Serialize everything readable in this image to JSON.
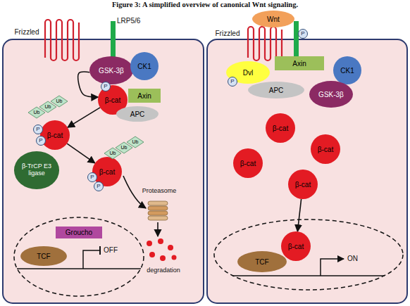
{
  "diagram": {
    "title": "Figure 3: A simplified overview of canonical Wnt signaling.",
    "nodes": [
      {
        "text": [
          "GSK-3β"
        ]
      },
      {
        "text": [
          "CK1"
        ]
      },
      {
        "text": [
          "β-cat"
        ]
      },
      {
        "text": [
          "P"
        ]
      },
      {
        "text": [
          "Axin"
        ]
      },
      {
        "text": [
          "APC"
        ]
      },
      {
        "text": [
          "β-cat"
        ]
      },
      {
        "text": [
          "Ub"
        ]
      },
      {
        "text": [
          "Ub"
        ]
      },
      {
        "text": [
          "Ub"
        ]
      },
      {
        "text": [
          "P"
        ]
      },
      {
        "text": [
          "P"
        ]
      },
      {
        "text": [
          "β-TrCP E3 ligase"
        ]
      },
      {
        "text": [
          "β-cat"
        ]
      },
      {
        "text": [
          "Ub"
        ]
      },
      {
        "text": [
          "Ub"
        ]
      },
      {
        "text": [
          "Ub"
        ]
      },
      {
        "text": [
          "P"
        ]
      },
      {
        "text": [
          "P"
        ]
      },
      {
        "text": [
          "Groucho"
        ]
      },
      {
        "text": [
          "TCF"
        ]
      },
      {
        "text": [
          "Wnt"
        ]
      },
      {
        "text": [
          "P"
        ]
      },
      {
        "text": [
          "Dvl"
        ]
      },
      {
        "text": [
          "P"
        ]
      },
      {
        "text": [
          "Axin"
        ]
      },
      {
        "text": [
          "CK1"
        ]
      },
      {
        "text": [
          "APC"
        ]
      },
      {
        "text": [
          "GSK-3β"
        ]
      },
      {
        "text": [
          "β-cat"
        ]
      },
      {
        "text": [
          "β-cat"
        ]
      },
      {
        "text": [
          "β-cat"
        ]
      },
      {
        "text": [
          "β-cat"
        ]
      },
      {
        "text": [
          "TCF"
        ]
      },
      {
        "text": [
          "β-cat"
        ]
      }
    ],
    "edges": [
      {
        "from": 0,
        "to": 2,
        "arrow": "to"
      },
      {
        "from": 2,
        "to": 6,
        "arrow": "to"
      },
      {
        "from": 6,
        "to": 13,
        "arrow": "to"
      },
      {
        "from": 32,
        "to": 34,
        "arrow": "to"
      }
    ],
    "labels": [
      "Frizzled",
      "LRP5/6",
      "Proteasome",
      "degradation",
      "OFF",
      "Frizzled",
      "ON"
    ]
  }
}
